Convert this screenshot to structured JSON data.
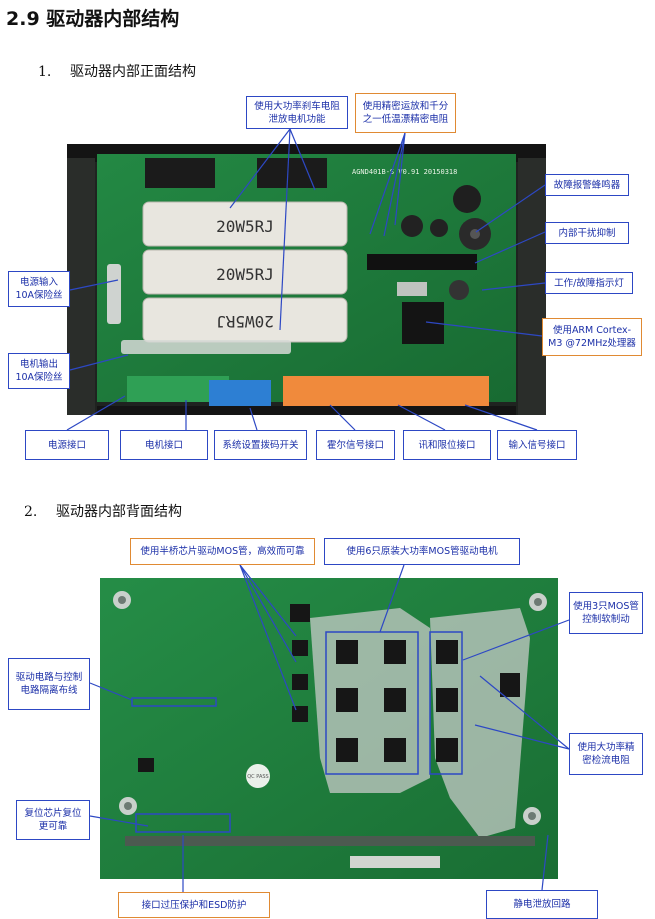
{
  "heading": "2.9 驱动器内部结构",
  "section1": {
    "num": "1.",
    "text": "驱动器内部正面结构"
  },
  "section2": {
    "num": "2.",
    "text": "驱动器内部背面结构"
  },
  "front_labels": {
    "brake_resistor": "使用大功率刹车电阻泄放电机功能",
    "precision_opamp": "使用精密运放和千分之一低温漂精密电阻",
    "buzzer": "故障报警蜂鸣器",
    "interference": "内部干扰抑制",
    "led": "工作/故障指示灯",
    "mcu": "使用ARM Cortex-M3 @72MHz处理器",
    "power_fuse": "电源输入10A保险丝",
    "motor_fuse": "电机输出10A保险丝",
    "power_port": "电源接口",
    "motor_port": "电机接口",
    "dip_switch": "系统设置拨码开关",
    "hall_port": "霍尔信号接口",
    "comm_port": "讯和限位接口",
    "input_port": "输入信号接口"
  },
  "front_board": {
    "resistor_label_1": "20W5RJ",
    "resistor_label_2": "20W5RJ",
    "resistor_label_3": "20W5RJ",
    "pcb_text": "AGND401B-S V0.91 20150318"
  },
  "back_labels": {
    "half_bridge": "使用半桥芯片驱动MOS管，高效而可靠",
    "six_mos": "使用6只原装大功率MOS管驱动电机",
    "three_mos": "使用3只MOS管控制软制动",
    "isolation": "驱动电路与控制电路隔离布线",
    "reset_chip": "复位芯片复位更可靠",
    "sense_resistor": "使用大功率精密检流电阻",
    "esd": "接口过压保护和ESD防护",
    "discharge": "静电泄放回路"
  },
  "back_board": {
    "sticker": "QC PASS"
  }
}
